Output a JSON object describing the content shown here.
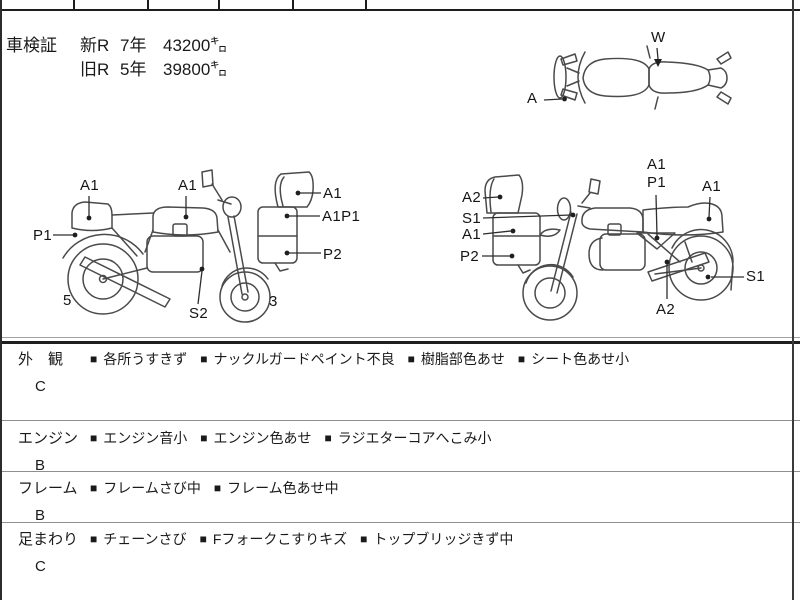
{
  "header": {
    "title": "車検証",
    "rows": [
      {
        "era": "新R",
        "year": "7年",
        "distance": "43200㌔"
      },
      {
        "era": "旧R",
        "year": "5年",
        "distance": "39800㌔"
      }
    ]
  },
  "top_view": {
    "label_w": "W",
    "label_a": "A"
  },
  "left_diagram": {
    "labels": {
      "rear_top": "A1",
      "tank_top": "A1",
      "rear_left": "P1",
      "screen": "A1",
      "cowl": "A1P1",
      "cowl_lower": "P2",
      "engine": "S2",
      "rear_wheel_num": "5",
      "front_wheel_num": "3"
    }
  },
  "right_diagram": {
    "labels": {
      "screen": "A2",
      "front": "S1",
      "cowl": "A1",
      "cowl_lower": "P2",
      "side_cover_1": "A1",
      "side_cover_2": "P1",
      "rear_top": "A1",
      "swingarm": "A2",
      "rear_wheel": "S1"
    }
  },
  "condition_table": {
    "bullet": "■",
    "rows": [
      {
        "category": "外　観",
        "grade": "C",
        "items": [
          "各所うすきず",
          "ナックルガードペイント不良",
          "樹脂部色あせ",
          "シート色あせ小"
        ]
      },
      {
        "category": "エンジン",
        "grade": "B",
        "items": [
          "エンジン音小",
          "エンジン色あせ",
          "ラジエターコアへこみ小"
        ]
      },
      {
        "category": "フレーム",
        "grade": "B",
        "items": [
          "フレームさび中",
          "フレーム色あせ中"
        ]
      },
      {
        "category": "足まわり",
        "grade": "C",
        "items": [
          "チェーンさび",
          "Fフォークこすりキズ",
          "トップブリッジきず中"
        ]
      }
    ]
  },
  "colors": {
    "ink": "#1a1a1a",
    "line_art": "#4a4a4a"
  }
}
